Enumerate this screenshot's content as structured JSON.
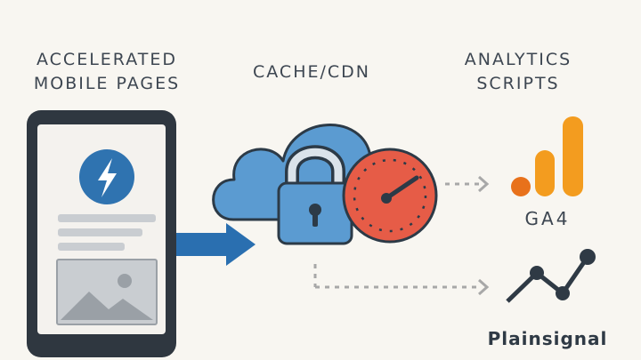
{
  "labels": {
    "amp_line1": "ACCELERATED",
    "amp_line2": "MOBILE PAGES",
    "cache": "CACHE/CDN",
    "analytics_line1": "ANALYTICS",
    "analytics_line2": "SCRIPTS",
    "ga4": "GA4",
    "plainsignal": "Plainsignal"
  },
  "icons": {
    "amp": "lightning-bolt-icon",
    "cache": "cloud-icon",
    "security": "padlock-icon",
    "performance": "speedometer-icon",
    "ga4": "bar-chart-icon",
    "plainsignal": "line-graph-icon",
    "image": "image-placeholder-icon"
  },
  "colors": {
    "background": "#f8f6f1",
    "text": "#3d4651",
    "amp_blue": "#2f73b0",
    "cloud_blue": "#5b9bd1",
    "arrow_blue": "#2a6fb0",
    "gauge_red": "#e65c47",
    "ga4_orange": "#f39c1f",
    "ga4_dark_orange": "#e8711b",
    "outline": "#2c3a47"
  }
}
